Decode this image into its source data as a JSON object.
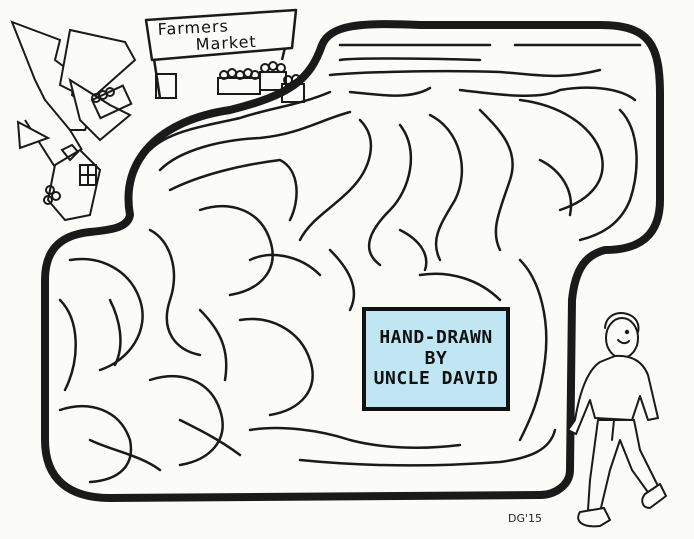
{
  "sign": {
    "line1": "Farmers",
    "line2": "Market"
  },
  "credit": {
    "line1": "HAND-DRAWN",
    "line2": "BY",
    "line3": "UNCLE DAVID"
  },
  "signature": "DG'15",
  "colors": {
    "ink": "#111111",
    "paper": "#fbfbf8",
    "credit_bg": "#bfe6f2"
  }
}
